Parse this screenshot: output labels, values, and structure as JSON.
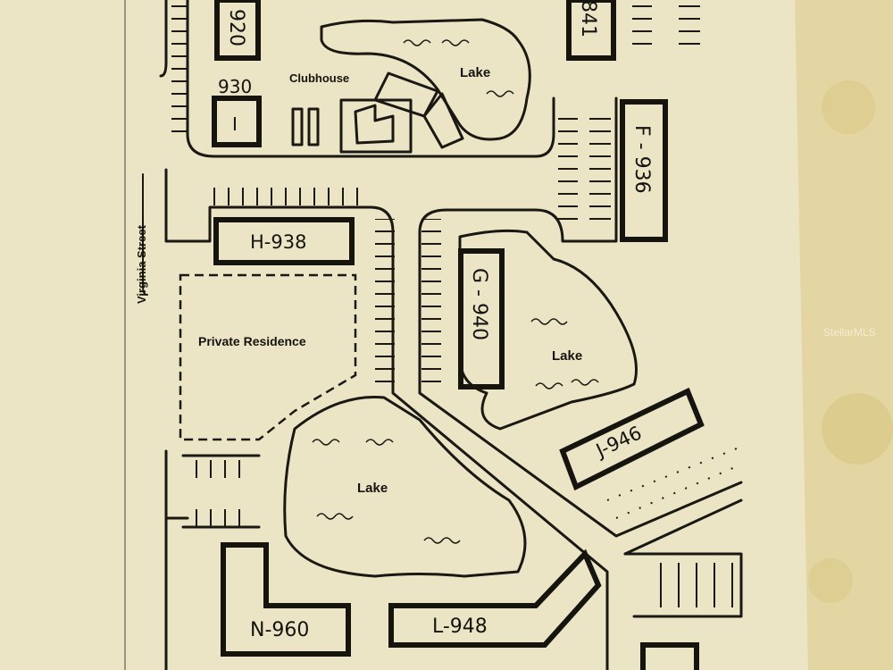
{
  "map": {
    "buildings": {
      "b920": "920",
      "b841": "841",
      "b930": "930",
      "b930_letter": "I",
      "f936": "F - 936",
      "h938": "H-938",
      "g940": "G - 940",
      "j946": "J-946",
      "n960": "N-960",
      "l948": "L-948"
    },
    "places": {
      "clubhouse": "Clubhouse",
      "lake_top": "Lake",
      "lake_right": "Lake",
      "lake_bottom": "Lake",
      "private_residence": "Private Residence"
    },
    "streets": {
      "virginia": "Virginia Street"
    },
    "watermark": "StellarMLS"
  }
}
